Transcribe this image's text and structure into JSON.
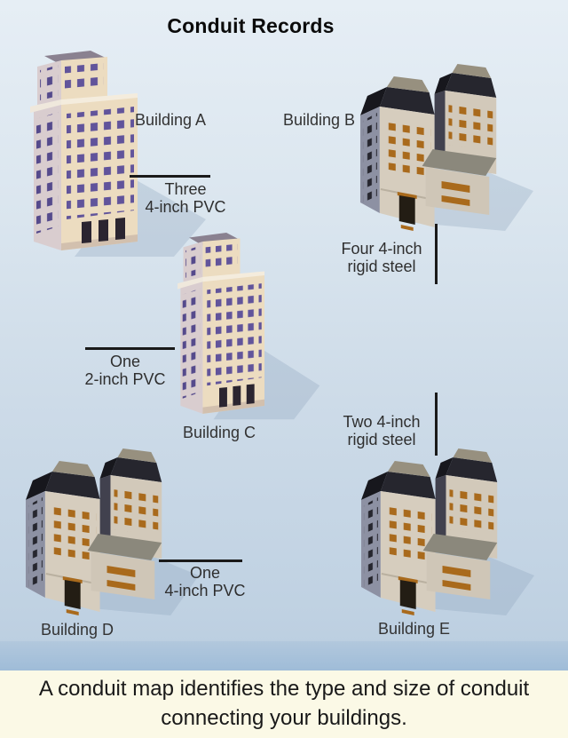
{
  "title": "Conduit Records",
  "buildings": [
    {
      "id": "A",
      "label": "Building A",
      "style": "tower"
    },
    {
      "id": "B",
      "label": "Building B",
      "style": "complex"
    },
    {
      "id": "C",
      "label": "Building C",
      "style": "tower"
    },
    {
      "id": "D",
      "label": "Building D",
      "style": "complex"
    },
    {
      "id": "E",
      "label": "Building E",
      "style": "complex"
    }
  ],
  "conduits": [
    {
      "near_building": "Building A",
      "orientation": "horizontal",
      "lines": [
        "Three",
        "4-inch PVC"
      ]
    },
    {
      "near_building": "Building B",
      "orientation": "vertical",
      "lines": [
        "Four 4-inch",
        "rigid steel"
      ]
    },
    {
      "near_building": "Building C",
      "orientation": "horizontal",
      "lines": [
        "One",
        "2-inch PVC"
      ]
    },
    {
      "near_building": "Building D",
      "orientation": "horizontal",
      "lines": [
        "One",
        "4-inch PVC"
      ]
    },
    {
      "near_building": "Building E",
      "orientation": "vertical",
      "lines": [
        "Two 4-inch",
        "rigid steel"
      ]
    }
  ],
  "caption": {
    "lines": [
      "A conduit map identifies the type and size of conduit",
      "connecting your buildings."
    ]
  },
  "colors": {
    "background_top": "#e6eef5",
    "background_bottom": "#9fbcd8",
    "caption_background": "#fbf9e6",
    "conduit_line": "#1a1a1a",
    "tower_wall": "#ecdcc0",
    "tower_wall_side": "#d9cdcf",
    "tower_window": "#61549b",
    "complex_wall": "#d6cdbe",
    "complex_wall_side": "#8d91a3",
    "complex_window": "#a96a1c",
    "roof_dark": "#26262e",
    "roof_top": "#97907f",
    "ground_shadow": "#8ea6bd"
  }
}
